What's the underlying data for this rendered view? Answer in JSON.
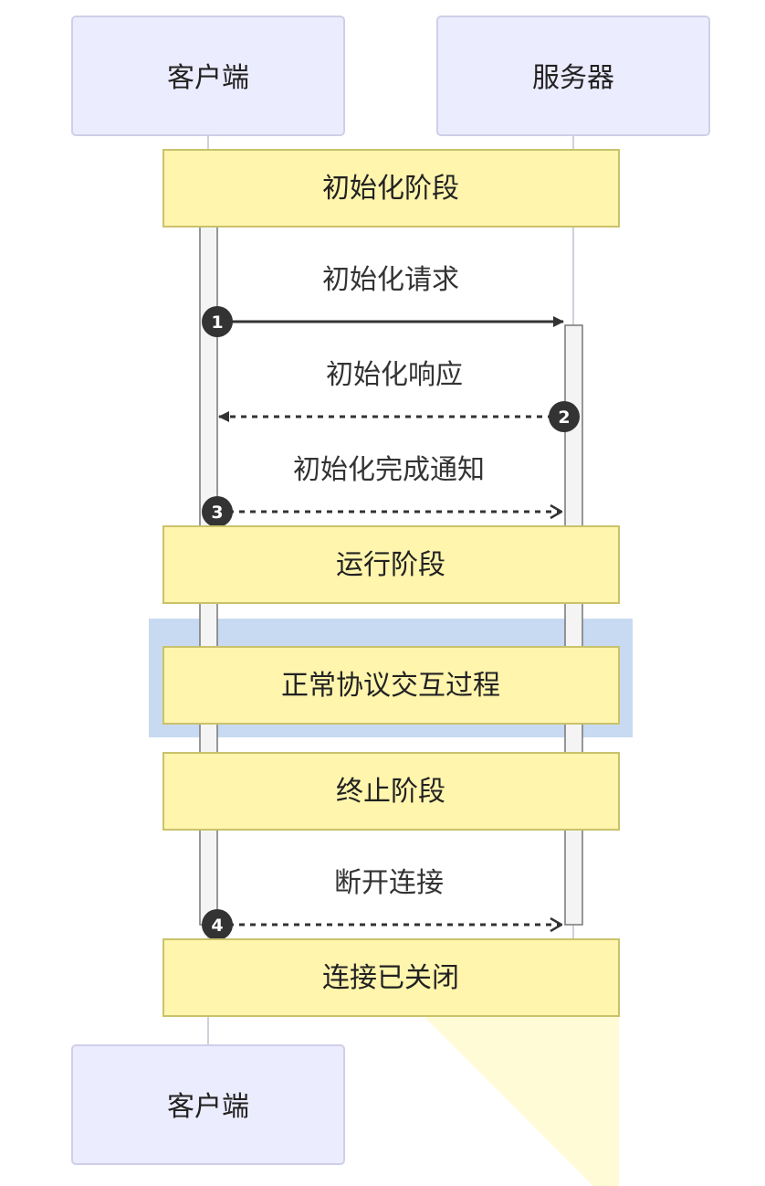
{
  "diagram": {
    "actors": {
      "client": "客户端",
      "server": "服务器"
    },
    "notes": {
      "init_phase": "初始化阶段",
      "run_phase": "运行阶段",
      "normal_interaction": "正常协议交互过程",
      "terminate_phase": "终止阶段",
      "closed": "连接已关闭"
    },
    "messages": [
      {
        "number": "1",
        "label": "初始化请求",
        "from": "client",
        "to": "server",
        "style": "solid"
      },
      {
        "number": "2",
        "label": "初始化响应",
        "from": "server",
        "to": "client",
        "style": "dashed"
      },
      {
        "number": "3",
        "label": "初始化完成通知",
        "from": "client",
        "to": "server",
        "style": "dashed"
      },
      {
        "number": "4",
        "label": "断开连接",
        "from": "client",
        "to": "server",
        "style": "dashed"
      }
    ]
  },
  "colors": {
    "actor_fill": "#ECECFF",
    "actor_stroke": "#CFCFEA",
    "note_fill": "#FFF5AD",
    "note_stroke": "#C9C26A",
    "rect_highlight": "#C8DAF2",
    "lifeline": "#D0D0DC",
    "activation_fill": "#F4F4F4",
    "activation_stroke": "#777777",
    "arrow": "#333333",
    "badge": "#333333"
  }
}
